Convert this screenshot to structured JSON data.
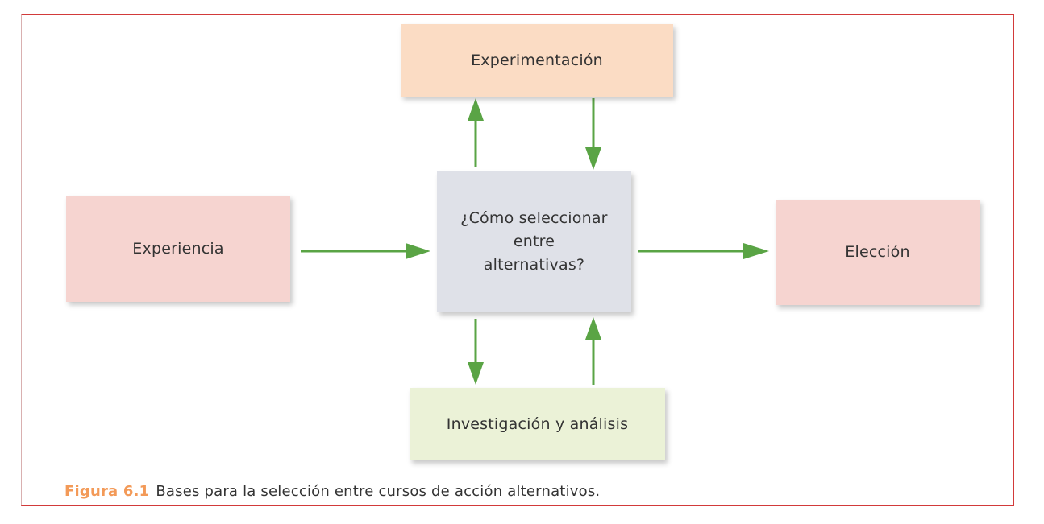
{
  "diagram": {
    "nodes": {
      "experimentacion": "Experimentación",
      "center_lines": [
        "¿Cómo seleccionar",
        "entre",
        "alternativas?"
      ],
      "experiencia": "Experiencia",
      "eleccion": "Elección",
      "investigacion": "Investigación y análisis"
    },
    "edges": [
      {
        "from": "Experiencia",
        "to": "¿Cómo seleccionar entre alternativas?"
      },
      {
        "from": "¿Cómo seleccionar entre alternativas?",
        "to": "Elección"
      },
      {
        "from": "¿Cómo seleccionar entre alternativas?",
        "to": "Experimentación"
      },
      {
        "from": "Experimentación",
        "to": "¿Cómo seleccionar entre alternativas?"
      },
      {
        "from": "¿Cómo seleccionar entre alternativas?",
        "to": "Investigación y análisis"
      },
      {
        "from": "Investigación y análisis",
        "to": "¿Cómo seleccionar entre alternativas?"
      }
    ]
  },
  "colors": {
    "frame_border": "#d23a3a",
    "arrow": "#5aa445",
    "caption_label": "#f39a58",
    "experimentacion_fill": "#fbdcc4",
    "center_fill": "#dfe1e8",
    "side_fill": "#f6d4d0",
    "investigacion_fill": "#ebf2d7"
  },
  "caption": {
    "label": "Figura 6.1",
    "text": "Bases para la selección entre cursos de acción alternativos."
  }
}
